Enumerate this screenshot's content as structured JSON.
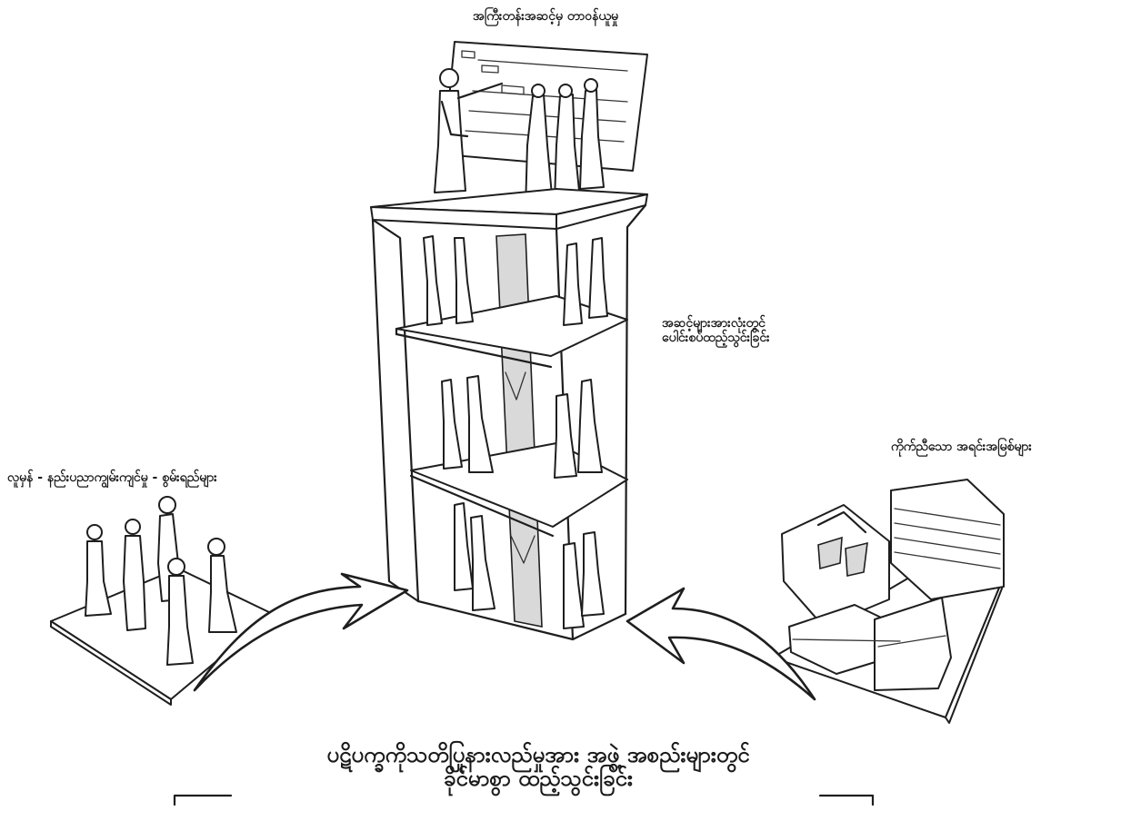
{
  "labels": {
    "top": "အကြီးတန်းအဆင့်မှ တာဝန်ယူမှု",
    "right_line1": "အဆင့်များအားလုံးတွင်",
    "right_line2": "ပေါင်းစပ်ထည့်သွင်းခြင်း",
    "left": "လူမှန် - နည်းပညာကျွမ်းကျင်မှု - စွမ်းရည်များ",
    "resources": "ကိုက်ညီသော အရင်းအမြစ်များ",
    "bottom_line1": "ပဋိပက္ခကိုသတိပြုနားလည်မှုအား အဖွဲ့ အစည်းများတွင်",
    "bottom_line2": "ခိုင်မာစွာ ထည့်သွင်းခြင်း"
  }
}
